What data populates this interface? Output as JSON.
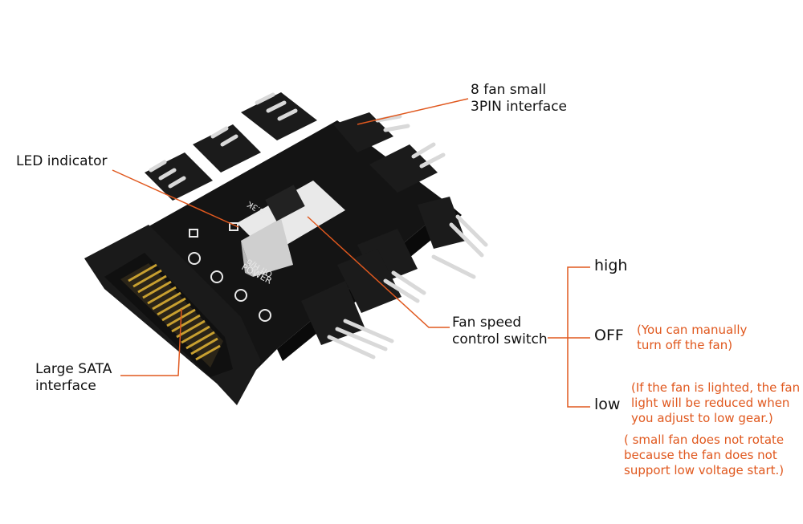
{
  "labels": {
    "fan_interface": [
      "8 fan small",
      "3PIN interface"
    ],
    "led_indicator": "LED indicator",
    "sata": [
      "Large SATA",
      "interface"
    ],
    "switch": [
      "Fan speed",
      "control switch"
    ],
    "board_power": "POWER",
    "board_switch_text": "Off  H/b",
    "board_res": "3.3K"
  },
  "modes": {
    "high": "high",
    "off": "OFF",
    "low": "low"
  },
  "notes": {
    "off": [
      "(You can manually",
      "turn off the fan)"
    ],
    "low": [
      "(If the fan is lighted, the fan",
      "light will be reduced when",
      "you adjust to low gear.)"
    ],
    "low_warning": [
      "( small fan does not rotate",
      "because the fan does not",
      "support low voltage start.)"
    ]
  },
  "colors": {
    "accent": "#e0581e",
    "board": "#141414",
    "connector": "#1b1b1b",
    "pin": "#d9d9d9",
    "gold": "#c8a030"
  }
}
